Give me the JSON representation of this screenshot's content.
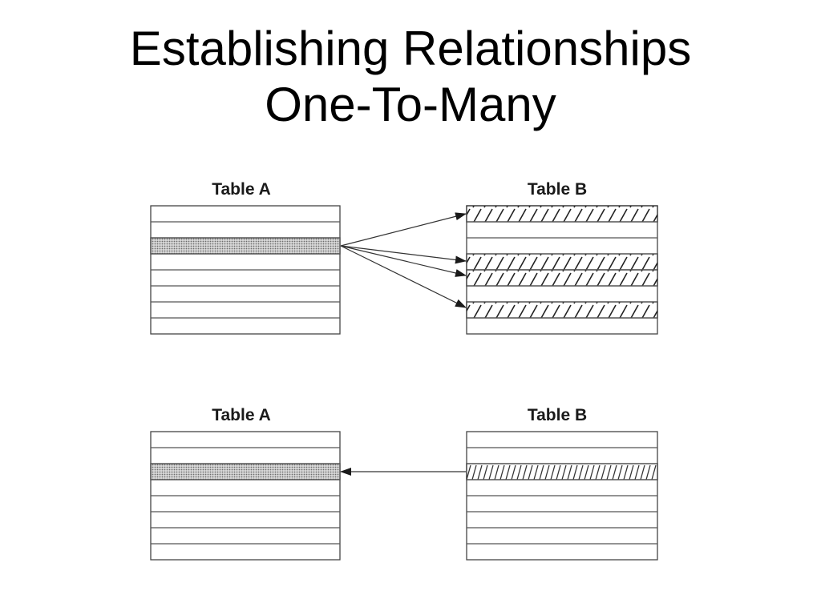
{
  "slide": {
    "title_line1": "Establishing Relationships",
    "title_line2": "One-To-Many"
  },
  "diagrams": [
    {
      "left_table": {
        "label": "Table A",
        "row_count": 8,
        "highlighted_rows": [
          2
        ],
        "fill": "dotted"
      },
      "right_table": {
        "label": "Table B",
        "row_count": 8,
        "highlighted_rows": [
          0,
          3,
          4,
          6
        ],
        "fill": "hatched"
      },
      "arrow_direction": "A-to-B"
    },
    {
      "left_table": {
        "label": "Table A",
        "row_count": 8,
        "highlighted_rows": [
          2
        ],
        "fill": "dotted"
      },
      "right_table": {
        "label": "Table B",
        "row_count": 8,
        "highlighted_rows": [
          2
        ],
        "fill": "hatched"
      },
      "arrow_direction": "B-to-A"
    }
  ],
  "colors": {
    "line": "#333333",
    "dot_fill": "#9a9a9a",
    "hatch": "#222222"
  }
}
